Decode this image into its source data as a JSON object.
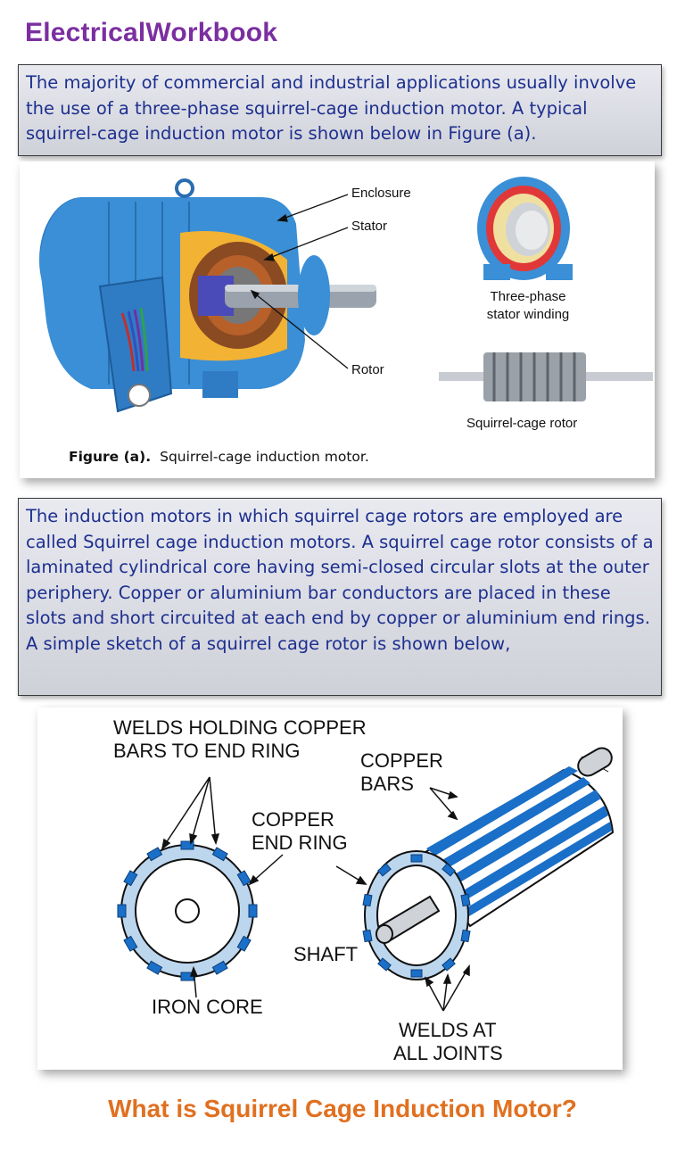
{
  "brand": "ElectricalWorkbook",
  "intro_text": "The majority of commercial and industrial applications usually involve the use of a three-phase squirrel-cage induction motor. A typical squirrel-cage induction motor is shown below in Figure (a).",
  "figure_a": {
    "labels": {
      "enclosure": "Enclosure",
      "stator": "Stator",
      "rotor": "Rotor",
      "stator_winding_line1": "Three-phase",
      "stator_winding_line2": "stator winding",
      "squirrel_cage_rotor": "Squirrel-cage rotor"
    },
    "caption_bold": "Figure (a).",
    "caption_text": "Squirrel-cage induction motor."
  },
  "description_text": "The induction motors in which squirrel cage rotors are employed are called Squirrel cage induction motors. A squirrel cage rotor consists of a laminated cylindrical core having semi-closed circular slots at the outer periphery. Copper or aluminium bar conductors are placed in these slots and short circuited at each end by copper or aluminium end rings. A simple sketch of a squirrel cage rotor is shown below,",
  "diagram": {
    "welds_holding_line1": "WELDS HOLDING COPPER",
    "welds_holding_line2": "BARS TO END RING",
    "copper_bars_line1": "COPPER",
    "copper_bars_line2": "BARS",
    "copper_end_ring_line1": "COPPER",
    "copper_end_ring_line2": "END RING",
    "shaft": "SHAFT",
    "iron_core": "IRON CORE",
    "welds_at_line1": "WELDS AT",
    "welds_at_line2": "ALL JOINTS"
  },
  "footer_title": "What is Squirrel Cage Induction Motor?",
  "colors": {
    "brand": "#7b2fa0",
    "text_blue": "#1d2f8f",
    "motor_blue": "#3a8fd6",
    "copper": "#b8602a",
    "footer_orange": "#e07020"
  }
}
